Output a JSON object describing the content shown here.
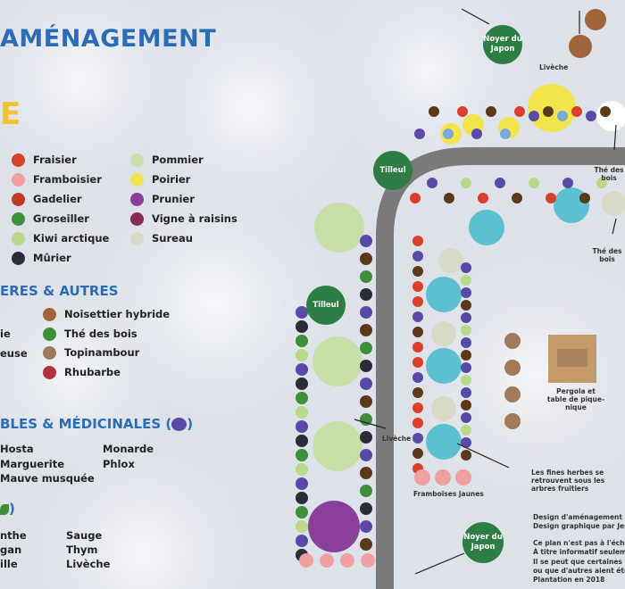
{
  "header": {
    "title": "AMÉNAGEMENT",
    "subtitle_letter": "E"
  },
  "fruits": {
    "col1": [
      {
        "label": "Fraisier",
        "icon": "strawberry-icon",
        "color": "#d8402a"
      },
      {
        "label": "Framboisier",
        "icon": "raspberry-icon",
        "color": "#f0a0a0"
      },
      {
        "label": "Gadelier",
        "icon": "currant-icon",
        "color": "#c0392b"
      },
      {
        "label": "Groseiller",
        "icon": "gooseberry-icon",
        "color": "#3f8f3a"
      },
      {
        "label": "Kiwi arctique",
        "icon": "kiwi-icon",
        "color": "#b8d98a"
      },
      {
        "label": "Mûrier",
        "icon": "blackberry-icon",
        "color": "#2c2c3a"
      }
    ],
    "col2": [
      {
        "label": "Pommier",
        "icon": "apple-tree-icon",
        "color": "#c8e0a8"
      },
      {
        "label": "Poirier",
        "icon": "pear-tree-icon",
        "color": "#f2e44a"
      },
      {
        "label": "Prunier",
        "icon": "plum-tree-icon",
        "color": "#8a3f9a"
      },
      {
        "label": "Vigne à raisins",
        "icon": "grape-icon",
        "color": "#8a2a5a"
      },
      {
        "label": "Sureau",
        "icon": "elderberry-icon",
        "color": "#d9d9c8"
      }
    ]
  },
  "others": {
    "title": "ERES & AUTRES",
    "partial": [
      "ie",
      "euse"
    ],
    "items": [
      {
        "label": "Noisettier hybride",
        "icon": "hazelnut-icon",
        "color": "#a0643a"
      },
      {
        "label": "Thé des bois",
        "icon": "wintergreen-icon",
        "color": "#3f8f3a"
      },
      {
        "label": "Topinambour",
        "icon": "jerusalem-artichoke-icon",
        "color": "#a07a5a"
      },
      {
        "label": "Rhubarbe",
        "icon": "rhubarb-icon",
        "color": "#b03040"
      }
    ]
  },
  "flowers": {
    "title": "BLES & MÉDICINALES (",
    "close": ")",
    "col1": [
      "Hosta",
      "Marguerite",
      "Mauve musquée"
    ],
    "col2": [
      "Monarde",
      "Phlox"
    ]
  },
  "herbs": {
    "close": ")",
    "col1": [
      "nthe",
      "gan",
      "ille"
    ],
    "col2": [
      "Sauge",
      "Thym",
      "Livèche"
    ]
  },
  "plan": {
    "trees": [
      "Tilleul",
      "Tilleul",
      "Noyer du Japon",
      "Noyer du Japon"
    ],
    "labels": {
      "liveche_top": "Livèche",
      "the_bois_1": "Thé des bois",
      "the_bois_2": "Thé des bois",
      "liveche_left": "Livèche",
      "pergola": "Pergola et table de pique-nique",
      "herbs_note": "Les fines herbes se retrouvent sous les arbres fruitiers",
      "framboises": "Framboises jaunes"
    },
    "credits": [
      "Design d'aménagement par Gab",
      "Design graphique par Jessica Fo",
      "",
      "Ce plan n'est pas à l'échelle",
      "À titre informatif seulement",
      "Il se peut que certaines variétés",
      "ou que d'autres aient été ajouté",
      "Plantation en 2018"
    ]
  },
  "colors": {
    "blue": "#2b6cb4",
    "yellow": "#f2c230",
    "tree": "#2e7d45",
    "path": "#7a7a7a"
  }
}
